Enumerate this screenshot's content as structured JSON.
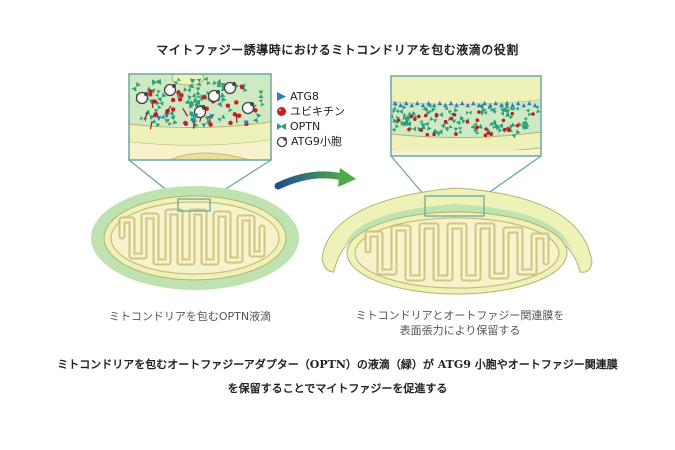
{
  "title": "マイトファジー誘導時におけるミトコンドリアを包む液滴の役割",
  "legend": [
    {
      "label": "ATG8",
      "icon": "triangle-icon",
      "color": "#2f7bbf"
    },
    {
      "label": "ユビキチン",
      "icon": "circle-icon",
      "color": "#c41e1e"
    },
    {
      "label": "OPTN",
      "icon": "bowtie-icon",
      "color": "#2e9e78"
    },
    {
      "label": "ATG9小胞",
      "icon": "vesicle-icon",
      "color": "#444444"
    }
  ],
  "panels": {
    "left_label": "ミトコンドリアを包むOPTN液滴",
    "right_label_line1": "ミトコンドリアとオートファジー関連膜を",
    "right_label_line2": "表面張力により保留する"
  },
  "caption": {
    "line1": "ミトコンドリアを包むオートファジーアダプター（OPTN）の液滴（緑）が ATG9 小胞やオートファジー関連膜",
    "line2": "を保留することでマイトファジーを促進する"
  },
  "colors": {
    "droplet": "#bfe3b0",
    "membrane": "#eef2b8",
    "matrix": "#f6f3cc",
    "cristae": "#d4c88a",
    "zoom_box": "#6aa7a3",
    "arrow_start": "#1e4f8f",
    "arrow_end": "#4fa84a"
  }
}
